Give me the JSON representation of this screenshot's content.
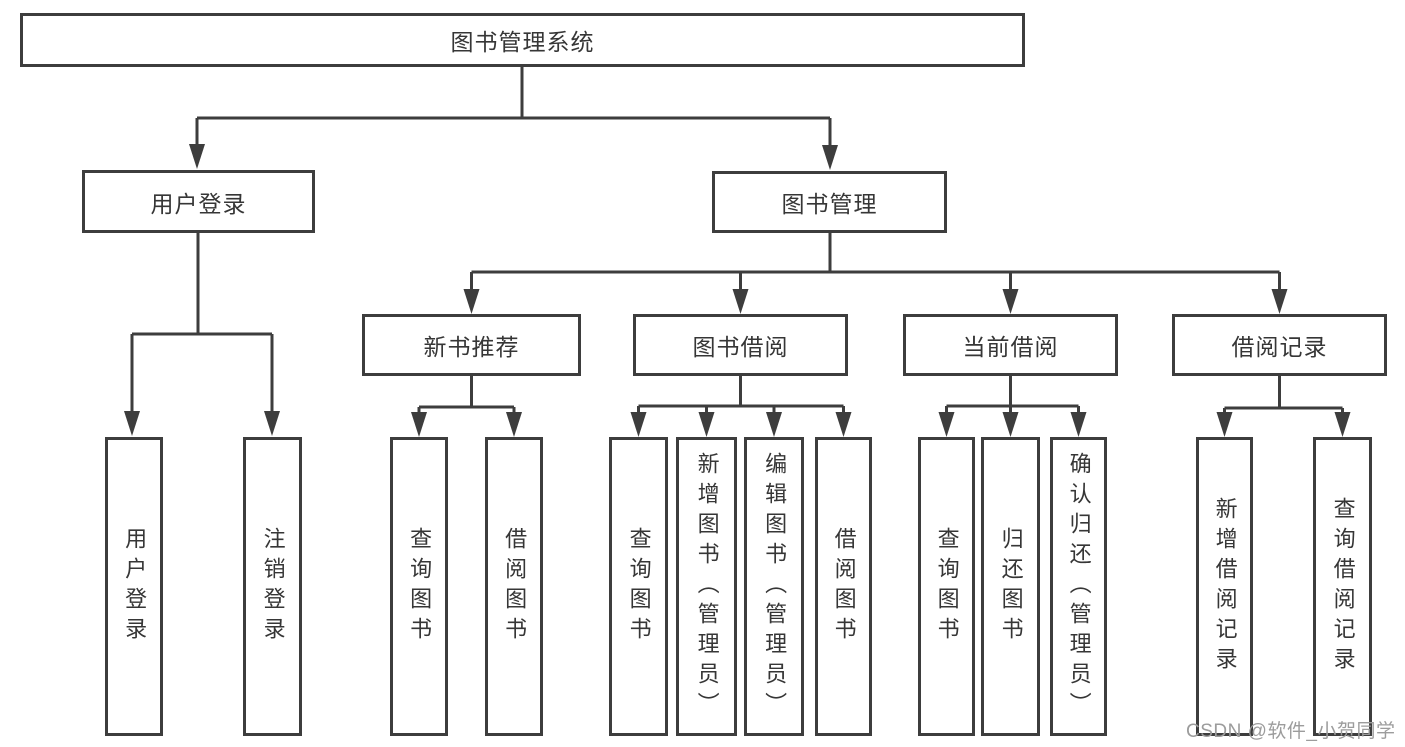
{
  "diagram": {
    "root": {
      "label": "图书管理系统"
    },
    "branches": [
      {
        "label": "用户登录",
        "children": [
          {
            "label": "用户登录"
          },
          {
            "label": "注销登录"
          }
        ]
      },
      {
        "label": "图书管理",
        "children": [
          {
            "label": "新书推荐",
            "children": [
              {
                "label": "查询图书"
              },
              {
                "label": "借阅图书"
              }
            ]
          },
          {
            "label": "图书借阅",
            "children": [
              {
                "label": "查询图书"
              },
              {
                "label": "新增图书（管理员）"
              },
              {
                "label": "编辑图书（管理员）"
              },
              {
                "label": "借阅图书"
              }
            ]
          },
          {
            "label": "当前借阅",
            "children": [
              {
                "label": "查询图书"
              },
              {
                "label": "归还图书"
              },
              {
                "label": "确认归还（管理员）"
              }
            ]
          },
          {
            "label": "借阅记录",
            "children": [
              {
                "label": "新增借阅记录"
              },
              {
                "label": "查询借阅记录"
              }
            ]
          }
        ]
      }
    ]
  },
  "watermark": {
    "text": "CSDN @软件_小贺同学"
  },
  "colors": {
    "line": "#3d3d3d",
    "text": "#363636",
    "watermark": "#9c9c9c",
    "background": "#ffffff"
  }
}
